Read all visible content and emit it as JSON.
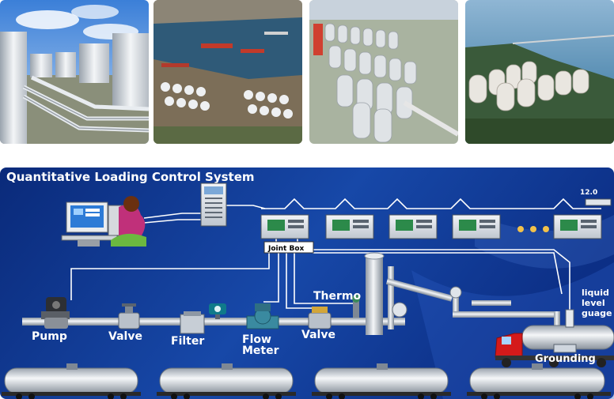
{
  "title": "Quantitative Loading Control System",
  "labels": {
    "joint_box": "Joint Box",
    "thermo": "Thermo",
    "pump": "Pump",
    "valve_1": "Valve",
    "filter": "Filter",
    "flow_meter_1": "Flow",
    "flow_meter_2": "Meter",
    "valve_2": "Valve",
    "liquid_level_1": "liquid",
    "liquid_level_2": "level",
    "liquid_level_3": "guage",
    "grounding": "Grounding",
    "indicator": "12.0"
  },
  "colors": {
    "background_dark": "#0a2a7a",
    "background_light": "#3a68c8",
    "pipe": "#cfd6de",
    "wire": "#ffffff",
    "title": "#ffffff",
    "truck_cab": "#d41a1a"
  }
}
